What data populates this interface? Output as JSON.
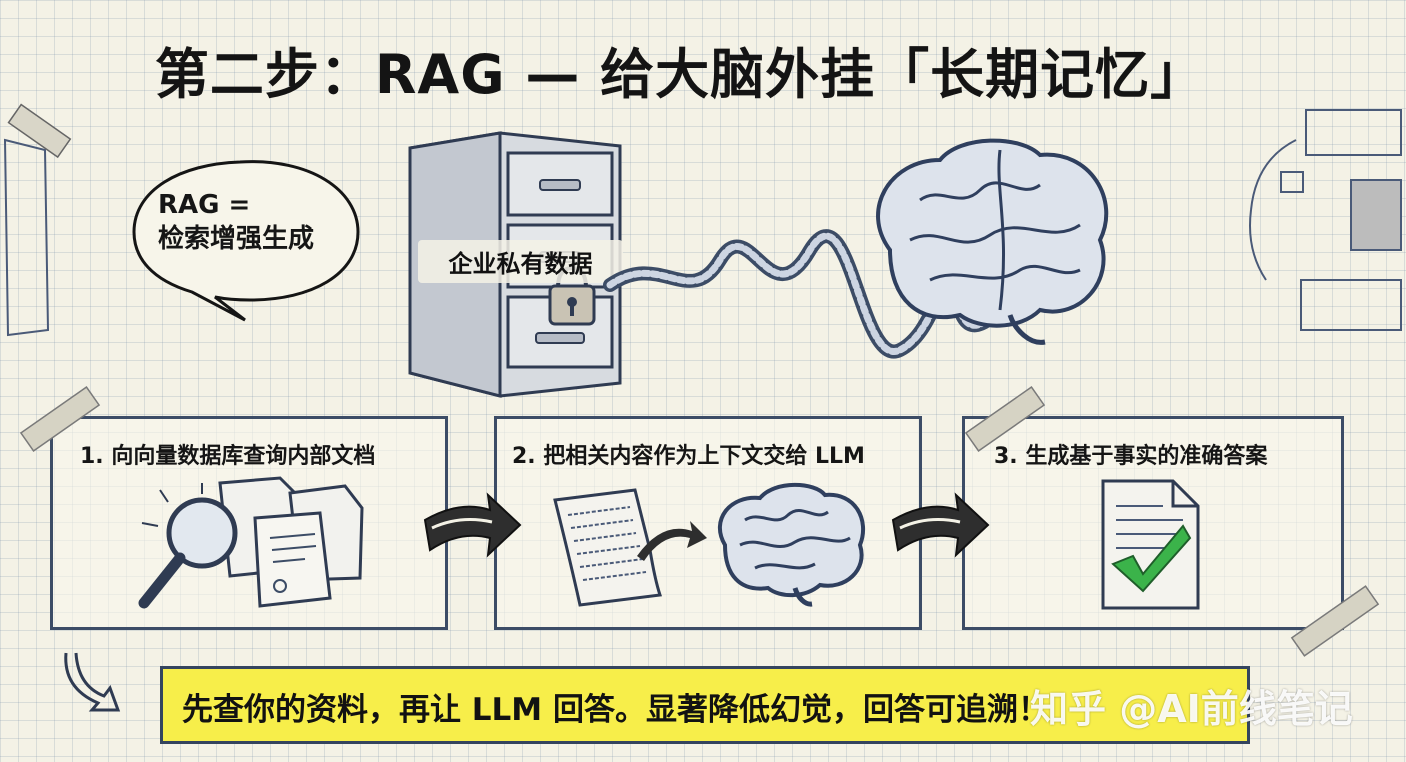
{
  "title": "第二步：RAG — 给大脑外挂「长期记忆」",
  "bubble": {
    "line1": "RAG =",
    "line2": "检索增强生成"
  },
  "cabinet_label": "企业私有数据",
  "steps": [
    {
      "label": "1. 向向量数据库查询内部文档"
    },
    {
      "label": "2. 把相关内容作为上下文交给 LLM"
    },
    {
      "label": "3. 生成基于事实的准确答案"
    }
  ],
  "banner": "先查你的资料，再让 LLM 回答。显著降低幻觉，回答可追溯！",
  "watermark": "知乎 @AI前线笔记",
  "colors": {
    "ink": "#3c4c66",
    "banner": "#f7ee4a",
    "check": "#3bb34a"
  }
}
